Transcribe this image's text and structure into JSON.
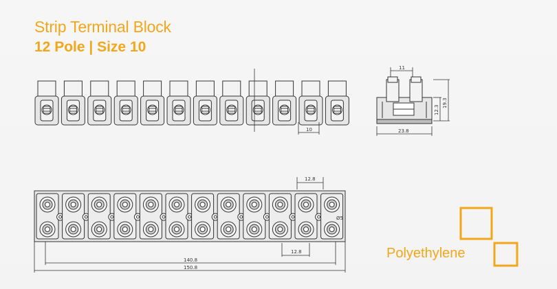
{
  "header": {
    "title": "Strip Terminal Block",
    "subtitle": "12 Pole | Size 10"
  },
  "material": "Polyethylene",
  "drawing": {
    "pole_count": 12,
    "side_view": {
      "pitch_label": "10",
      "top_label": "11",
      "width_label": "23.8",
      "height_inner_label": "12.3",
      "height_outer_label": "19.3"
    },
    "bottom_view": {
      "pitch_top_label": "12.8",
      "pitch_bottom_label": "12.8",
      "hole_label": "Ø5",
      "span_inner_label": "140.8",
      "span_outer_label": "150.8"
    }
  },
  "colors": {
    "accent": "#f2a71b",
    "line": "#333333",
    "body_fill": "#d9d9d9"
  }
}
